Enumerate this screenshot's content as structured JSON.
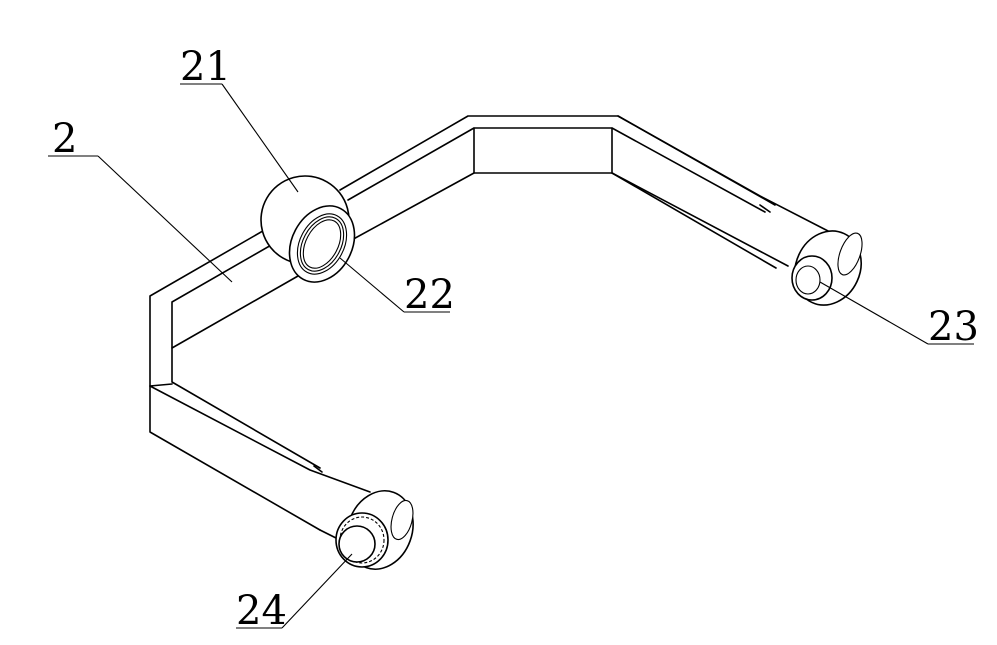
{
  "labels": {
    "part_2": "2",
    "part_21": "21",
    "part_22": "22",
    "part_23": "23",
    "part_24": "24"
  },
  "colors": {
    "stroke": "#000000",
    "background": "#ffffff"
  }
}
